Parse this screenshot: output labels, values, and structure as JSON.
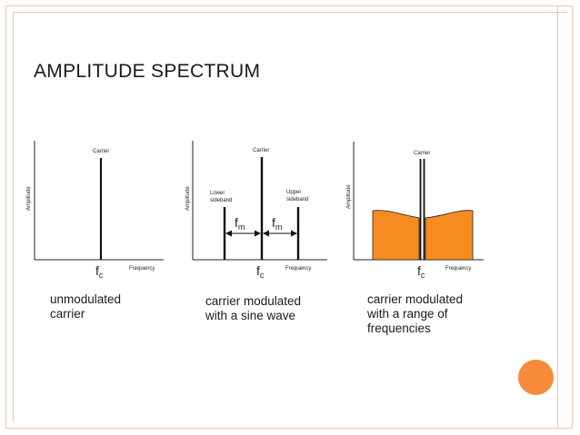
{
  "slide": {
    "title": "AMPLITUDE SPECTRUM",
    "accent_color": "#f68b3a"
  },
  "panels": [
    {
      "id": "unmodulated",
      "ylabel": "Amplitude",
      "xlabel": "Frequency",
      "carrier_label": "Carrier",
      "fc_label": "f",
      "fc_sub": "c",
      "caption": [
        "unmodulated",
        "carrier"
      ]
    },
    {
      "id": "sine",
      "ylabel": "Amplitude",
      "xlabel": "Frequency",
      "carrier_label": "Carrier",
      "lower_sideband": [
        "Lower",
        "sideband"
      ],
      "upper_sideband": [
        "Upper",
        "sideband"
      ],
      "fm_label": "f",
      "fm_sub": "m",
      "fc_label": "f",
      "fc_sub": "c",
      "caption": [
        "carrier modulated",
        "with a sine wave"
      ]
    },
    {
      "id": "range",
      "ylabel": "Amplitude",
      "xlabel": "Frequency",
      "carrier_label": "Carrier",
      "fc_label": "f",
      "fc_sub": "c",
      "fill_color": "#f68b1f",
      "caption": [
        "carrier modulated",
        "with a range of",
        "frequencies"
      ]
    }
  ]
}
